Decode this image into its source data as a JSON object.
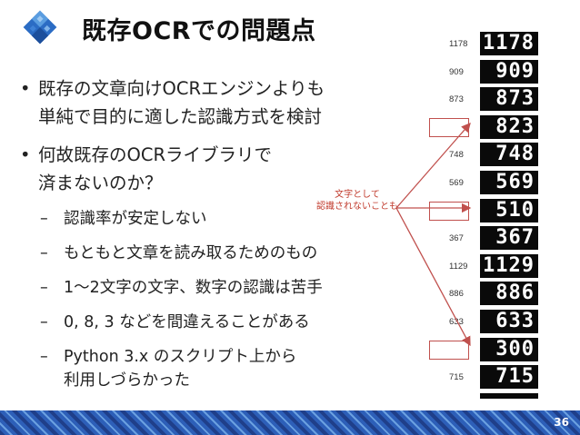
{
  "slide": {
    "title": "既存OCRでの問題点",
    "page_number": "36"
  },
  "bullets": [
    {
      "lines": [
        "既存の文章向けOCRエンジンよりも",
        "単純で目的に適した認識方式を検討"
      ]
    },
    {
      "lines": [
        "何故既存のOCRライブラリで",
        "済まないのか？"
      ]
    }
  ],
  "subbullets": [
    {
      "lines": [
        "認識率が安定しない"
      ]
    },
    {
      "lines": [
        "もともと文章を読み取るためのもの"
      ]
    },
    {
      "lines": [
        "1〜2文字の文字、数字の認識は苦手"
      ]
    },
    {
      "lines": [
        "0, 8, 3 などを間違えることがある"
      ]
    },
    {
      "lines": [
        "Python 3.x のスクリプト上から",
        "利用しづらかった"
      ]
    }
  ],
  "annotation": {
    "lines": [
      "文字として",
      "認識されないことも"
    ],
    "color": "#c0392b"
  },
  "ocr_rows": [
    {
      "label": "1178",
      "image_text": "1178"
    },
    {
      "label": "909",
      "image_text": "909"
    },
    {
      "label": "873",
      "image_text": "873"
    },
    {
      "label": "",
      "image_text": "823"
    },
    {
      "label": "748",
      "image_text": "748"
    },
    {
      "label": "569",
      "image_text": "569"
    },
    {
      "label": "",
      "image_text": "510"
    },
    {
      "label": "367",
      "image_text": "367"
    },
    {
      "label": "1129",
      "image_text": "1129"
    },
    {
      "label": "886",
      "image_text": "886"
    },
    {
      "label": "633",
      "image_text": "633"
    },
    {
      "label": "",
      "image_text": "300"
    },
    {
      "label": "715",
      "image_text": "715"
    }
  ]
}
